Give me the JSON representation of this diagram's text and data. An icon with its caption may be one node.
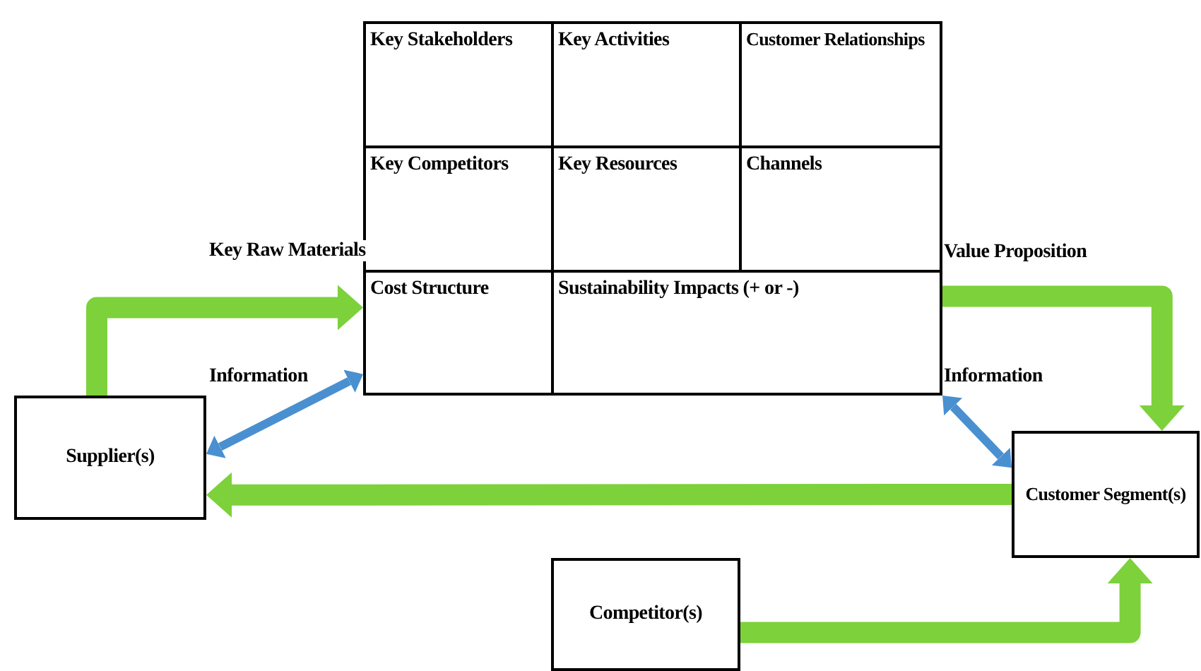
{
  "diagram": {
    "nodes": [
      {
        "text": [
          "Key Stakeholders"
        ]
      },
      {
        "text": [
          "Key Activities"
        ]
      },
      {
        "text": [
          "Customer Relationships"
        ]
      },
      {
        "text": [
          "Key Competitors"
        ]
      },
      {
        "text": [
          "Key Resources"
        ]
      },
      {
        "text": [
          "Channels"
        ]
      },
      {
        "text": [
          "Cost Structure"
        ]
      },
      {
        "text": [
          "Sustainability Impacts (+ or -)"
        ]
      },
      {
        "text": [
          "Supplier(s)"
        ]
      },
      {
        "text": [
          "Customer Segment(s)"
        ]
      },
      {
        "text": [
          "Competitor(s)"
        ]
      }
    ],
    "edges": [
      {
        "from": 8,
        "to": 6,
        "arrow": "to",
        "label": "Key Raw Materials"
      },
      {
        "from": 6,
        "to": 8,
        "arrow": "both",
        "label": "Information",
        "color": "#4a90d0"
      },
      {
        "from": 7,
        "to": 9,
        "arrow": "to",
        "label": "Value Proposition"
      },
      {
        "from": 7,
        "to": 9,
        "arrow": "both",
        "label": "Information",
        "color": "#4a90d0"
      },
      {
        "from": 9,
        "to": 8,
        "arrow": "to"
      },
      {
        "from": 10,
        "to": 9,
        "arrow": "to"
      }
    ]
  }
}
